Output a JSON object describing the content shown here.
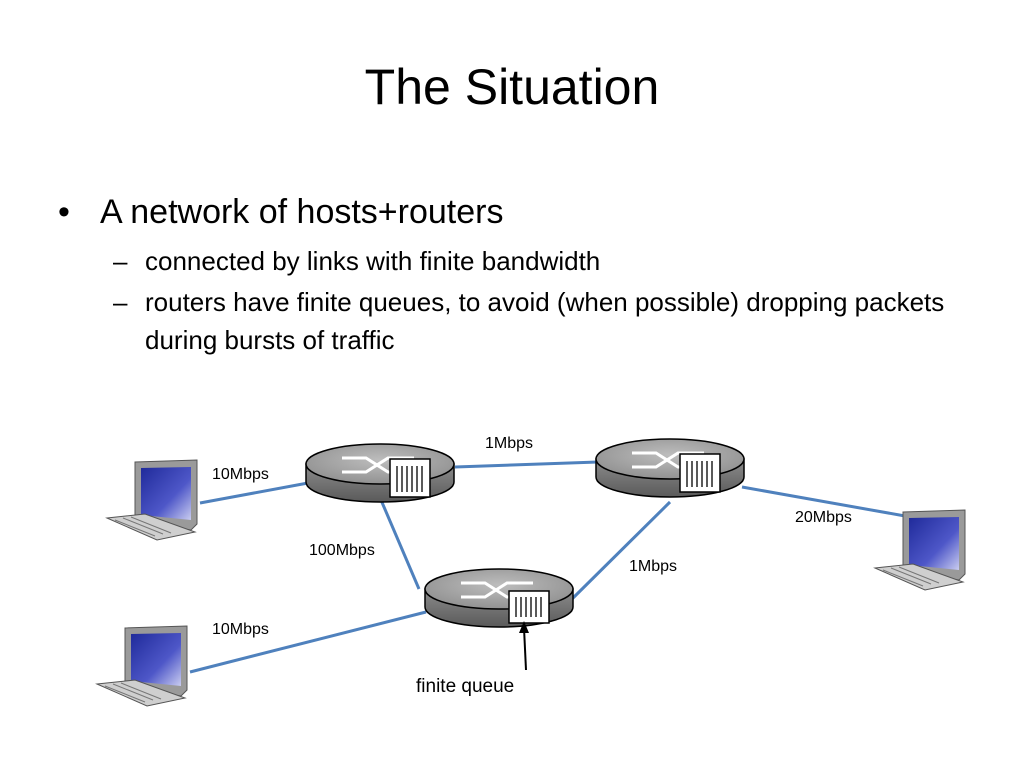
{
  "slide": {
    "title": "The Situation",
    "bullets": [
      {
        "text": "A network of hosts+routers",
        "subs": [
          "connected by links with finite bandwidth",
          "routers have finite queues, to avoid (when possible) dropping packets during bursts of traffic"
        ]
      }
    ]
  },
  "diagram": {
    "link_labels": {
      "host1_router1": "10Mbps",
      "router1_router2": "1Mbps",
      "router2_host3": "20Mbps",
      "router1_router3": "100Mbps",
      "router3_router2": "1Mbps",
      "host2_router3": "10Mbps"
    },
    "queue_label": "finite queue",
    "colors": {
      "link": "#4f81bd",
      "router_body": "#7f7f7f",
      "router_top": "#a6a6a6",
      "host_screen": "#3b3fb0"
    }
  }
}
